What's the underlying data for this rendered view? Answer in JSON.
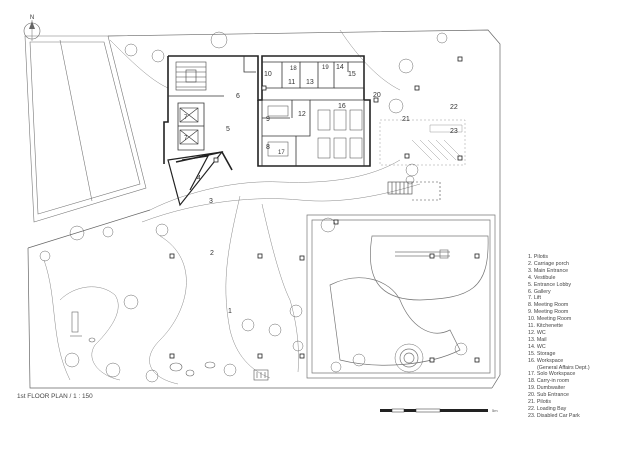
{
  "compass_label": "N",
  "caption": "1st FLOOR PLAN  /  1 : 150",
  "legend": [
    "1. Pilotis",
    "2. Carriage porch",
    "3. Main Entrance",
    "4. Vestibule",
    "5. Entrance Lobby",
    "6. Gallery",
    "7. Lift",
    "8. Meeting Room",
    "9. Meeting Room",
    "10. Meeting Room",
    "11. Kitchenette",
    "12. WC",
    "13. Mail",
    "14. WC",
    "15. Storage",
    "16. Workspace",
    "(General Affairs Dept.)",
    "17. Solo Workspace",
    "18. Carry-in room",
    "19. Dumbwaiter",
    "20. Sub Entrance",
    "21. Pilotis",
    "22. Loading Bay",
    "23. Disabled Car Park"
  ],
  "room_numbers": {
    "n1": "1",
    "n2": "2",
    "n3": "3",
    "n4": "4",
    "n5": "5",
    "n6": "6",
    "n7a": "7",
    "n7b": "7",
    "n8": "8",
    "n9": "9",
    "n10": "10",
    "n11": "11",
    "n12": "12",
    "n13": "13",
    "n14": "14",
    "n15": "15",
    "n16": "16",
    "n17": "17",
    "n18": "18",
    "n19": "19",
    "n20": "20",
    "n21": "21",
    "n22": "22",
    "n23": "23"
  },
  "scale_label": "5m"
}
